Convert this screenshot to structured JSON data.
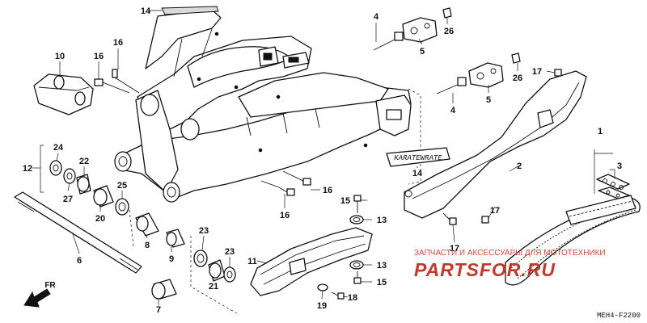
{
  "callouts": {
    "c1": "1",
    "c2": "2",
    "c3": "3",
    "c4a": "4",
    "c4b": "4",
    "c5a": "5",
    "c5b": "5",
    "c6": "6",
    "c7": "7",
    "c8": "8",
    "c9": "9",
    "c10": "10",
    "c11": "11",
    "c12": "12",
    "c13a": "13",
    "c13b": "13",
    "c14a": "14",
    "c14b": "14",
    "c15a": "15",
    "c15b": "15",
    "c16a": "16",
    "c16b": "16",
    "c16c": "16",
    "c16d": "16",
    "c17a": "17",
    "c17b": "17",
    "c17c": "17",
    "c18": "18",
    "c19": "19",
    "c20": "20",
    "c21": "21",
    "c22": "22",
    "c23a": "23",
    "c23b": "23",
    "c24": "24",
    "c25": "25",
    "c26a": "26",
    "c26b": "26",
    "c27": "27"
  },
  "direction_label": "FR",
  "decal_text": "KARATEWRATE",
  "watermark": {
    "line1": "ЗАПЧАСТИ И АКСЕССУАРЫ ДЛЯ МОТОТЕХНИКИ",
    "line2": "PARTSFOR.RU"
  },
  "diagram_code": "MEH4-F2200"
}
